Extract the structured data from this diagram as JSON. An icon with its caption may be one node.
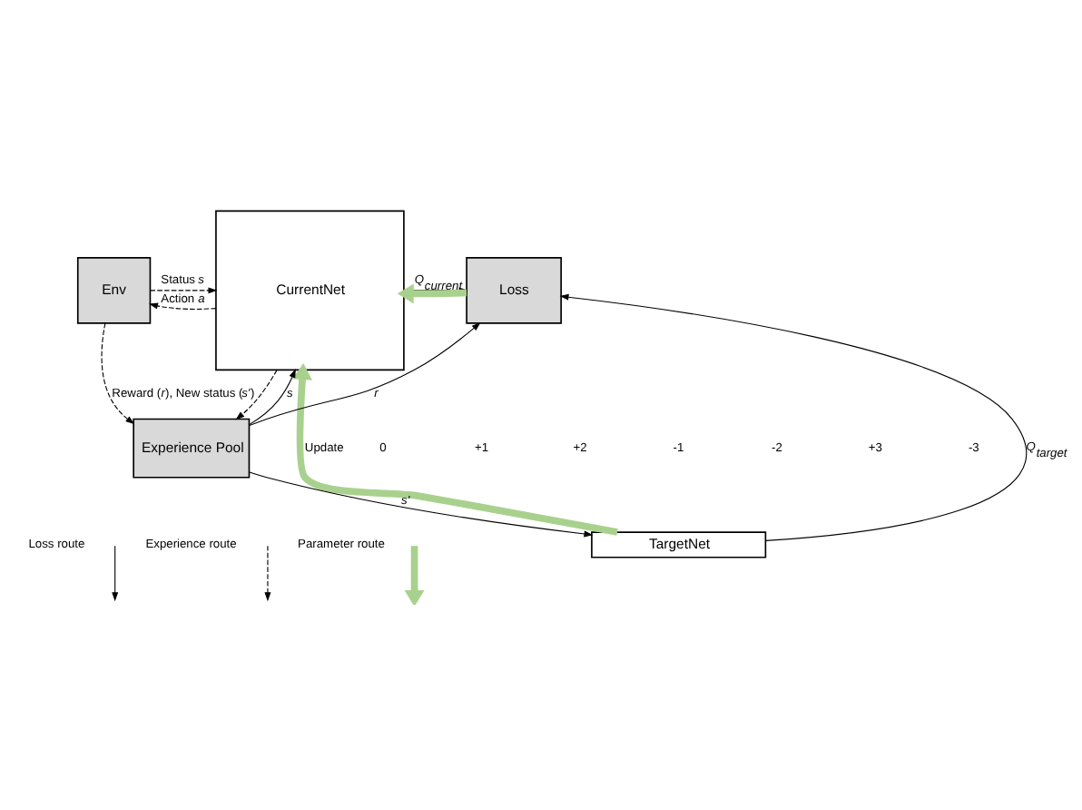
{
  "diagram": {
    "nodes": [
      {
        "text": [
          "Env"
        ]
      },
      {
        "text": [
          "CurrentNet"
        ]
      },
      {
        "text": [
          "Loss"
        ]
      },
      {
        "text": [
          "TargetNet"
        ]
      },
      {
        "text": [
          "Experience Pool"
        ]
      }
    ],
    "edges": [
      {
        "from": 0,
        "to": 1,
        "arrow": "to",
        "style": "dashed",
        "label": "Status *s*"
      },
      {
        "from": 1,
        "to": 0,
        "arrow": "to",
        "style": "dashed",
        "label": "Action *a*"
      },
      {
        "from": 0,
        "to": 4,
        "arrow": "to",
        "style": "dashed",
        "label": "Reward (*r*), New status (*s'*)"
      },
      {
        "from": 1,
        "to": 4,
        "arrow": "to",
        "style": "dashed"
      },
      {
        "from": 4,
        "to": 1,
        "arrow": "to",
        "label": "*s*"
      },
      {
        "from": 4,
        "to": 3,
        "arrow": "to",
        "label": "*s'*"
      },
      {
        "from": 1,
        "to": 2,
        "arrow": "to",
        "label": "*Q*$_{current}$"
      },
      {
        "from": 3,
        "to": 2,
        "arrow": "to",
        "label": "*Q*$_{target}$"
      },
      {
        "from": 4,
        "to": 2,
        "arrow": "to",
        "label": "*r*"
      },
      {
        "from": 2,
        "to": 1,
        "arrow": "to",
        "style": "thick",
        "color": "#a9d18e"
      },
      {
        "from": 3,
        "to": 1,
        "arrow": "to",
        "style": "thick",
        "color": "#a9d18e",
        "label": "Update"
      }
    ],
    "labels": [
      "0",
      "+1",
      "+2",
      "-1",
      "-2",
      "+3",
      "-3"
    ],
    "legend": [
      {
        "text": "Loss route"
      },
      {
        "text": "Experience route"
      },
      {
        "text": "Parameter route"
      }
    ]
  }
}
